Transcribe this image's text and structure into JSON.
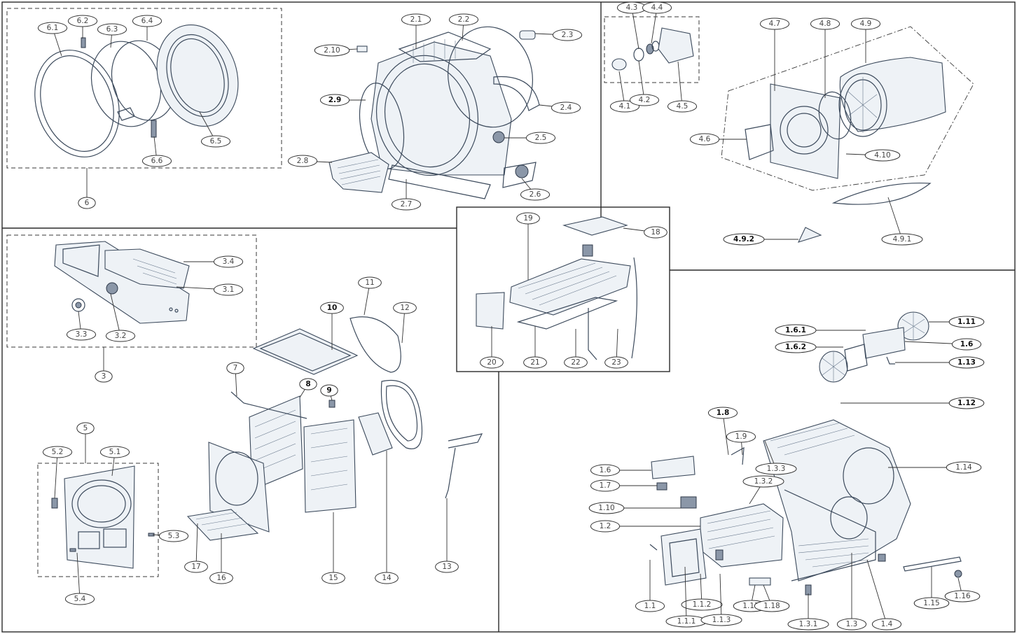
{
  "colors": {
    "frame": "#2a2a2a",
    "part_stroke": "#3c4a5c",
    "label_text": "#444444"
  },
  "callouts": {
    "c_6_1": "6.1",
    "c_6_2": "6.2",
    "c_6_3": "6.3",
    "c_6_4": "6.4",
    "c_6_5": "6.5",
    "c_6_6": "6.6",
    "c_6": "6",
    "c_2_1": "2.1",
    "c_2_2": "2.2",
    "c_2_3": "2.3",
    "c_2_4": "2.4",
    "c_2_5": "2.5",
    "c_2_6": "2.6",
    "c_2_7": "2.7",
    "c_2_8": "2.8",
    "c_2_9": "2.9",
    "c_2_10": "2.10",
    "c_4_1": "4.1",
    "c_4_2": "4.2",
    "c_4_3": "4.3",
    "c_4_4": "4.4",
    "c_4_5": "4.5",
    "c_4_6": "4.6",
    "c_4_7": "4.7",
    "c_4_8": "4.8",
    "c_4_9": "4.9",
    "c_4_10": "4.10",
    "c_4_9_1": "4.9.1",
    "c_4_9_2": "4.9.2",
    "c_3_4": "3.4",
    "c_3_1": "3.1",
    "c_3_3": "3.3",
    "c_3_2": "3.2",
    "c_3": "3",
    "c_19": "19",
    "c_18": "18",
    "c_20": "20",
    "c_21": "21",
    "c_22": "22",
    "c_23": "23",
    "c_11": "11",
    "c_12": "12",
    "c_10": "10",
    "c_7": "7",
    "c_8": "8",
    "c_9": "9",
    "c_5": "5",
    "c_5_1": "5.1",
    "c_5_2": "5.2",
    "c_5_3": "5.3",
    "c_5_4": "5.4",
    "c_17": "17",
    "c_16": "16",
    "c_15": "15",
    "c_14": "14",
    "c_13": "13",
    "c_1_6_1": "1.6.1",
    "c_1_6_2": "1.6.2",
    "c_1_11": "1.11",
    "c_1_6b": "1.6",
    "c_1_13": "1.13",
    "c_1_12": "1.12",
    "c_1_8": "1.8",
    "c_1_9": "1.9",
    "c_1_3_3": "1.3.3",
    "c_1_14": "1.14",
    "c_1_6": "1.6",
    "c_1_7": "1.7",
    "c_1_3_2": "1.3.2",
    "c_1_10": "1.10",
    "c_1_2": "1.2",
    "c_1_1": "1.1",
    "c_1_1_2": "1.1.2",
    "c_1_1_1": "1.1.1",
    "c_1_1_3": "1.1.3",
    "c_1_17": "1.17",
    "c_1_18": "1.18",
    "c_1_3_1": "1.3.1",
    "c_1_3": "1.3",
    "c_1_4": "1.4",
    "c_1_15": "1.15",
    "c_1_16": "1.16"
  }
}
